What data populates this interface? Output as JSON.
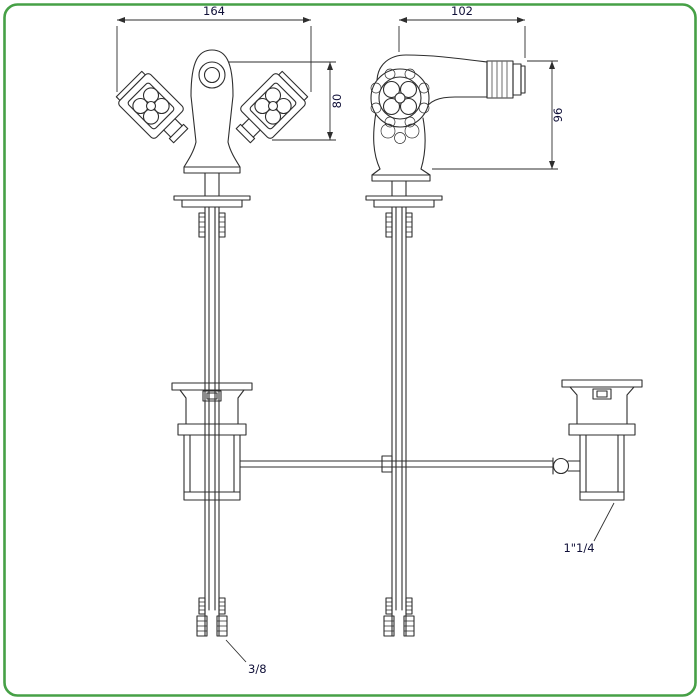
{
  "drawing": {
    "views": {
      "front_view": "bidet mixer front view with two cross handles and pop-up waste",
      "side_view": "bidet mixer side view with spout, aerator and pop-up waste"
    },
    "dimensions": {
      "front_overall_width": "164",
      "front_body_height": "80",
      "side_projection": "102",
      "side_body_height": "96"
    },
    "labels": {
      "supply_connection": "3/8",
      "waste_connection": "1\"1/4"
    },
    "colors": {
      "border": "#46a046",
      "line": "#2e2e2e",
      "dim-text": "#101038"
    }
  }
}
